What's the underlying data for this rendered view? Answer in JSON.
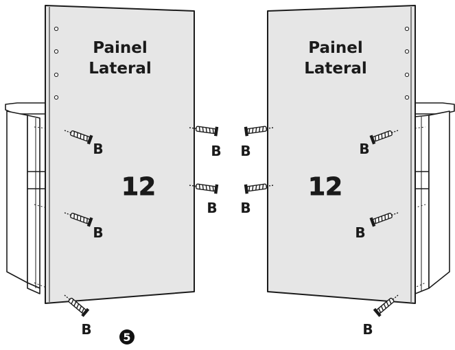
{
  "left_panel": {
    "label_line1": "Painel",
    "label_line2": "Lateral",
    "part_number": "12",
    "screw_labels": [
      "B",
      "B",
      "B",
      "B",
      "B"
    ]
  },
  "right_panel": {
    "label_line1": "Painel",
    "label_line2": "Lateral",
    "part_number": "12",
    "screw_labels": [
      "B",
      "B",
      "B",
      "B",
      "B"
    ]
  },
  "step_number": "5",
  "colors": {
    "panel_fill": "#e6e6e6",
    "line": "#1a1a1a",
    "screw_fill": "#ffffff",
    "step_badge": "#111111"
  }
}
